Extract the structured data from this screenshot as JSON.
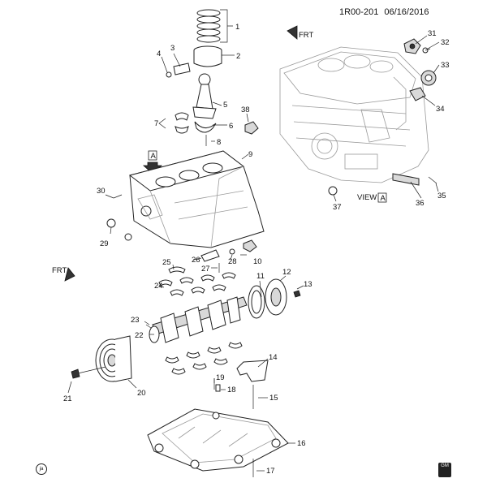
{
  "header": {
    "code": "1R00-201",
    "date": "06/16/2016"
  },
  "view": {
    "label": "VIEW",
    "letter": "A"
  },
  "arrow_marker": "A",
  "frt_label": "FRT",
  "callouts": [
    "1",
    "2",
    "3",
    "4",
    "5",
    "6",
    "7",
    "8",
    "9",
    "10",
    "11",
    "12",
    "13",
    "14",
    "15",
    "16",
    "17",
    "18",
    "19",
    "20",
    "21",
    "22",
    "23",
    "24",
    "25",
    "26",
    "27",
    "28",
    "29",
    "30",
    "31",
    "32",
    "33",
    "34",
    "35",
    "36",
    "37",
    "38"
  ],
  "badge": {
    "text": "GM"
  },
  "ref_mark": {
    "text": "ja"
  }
}
